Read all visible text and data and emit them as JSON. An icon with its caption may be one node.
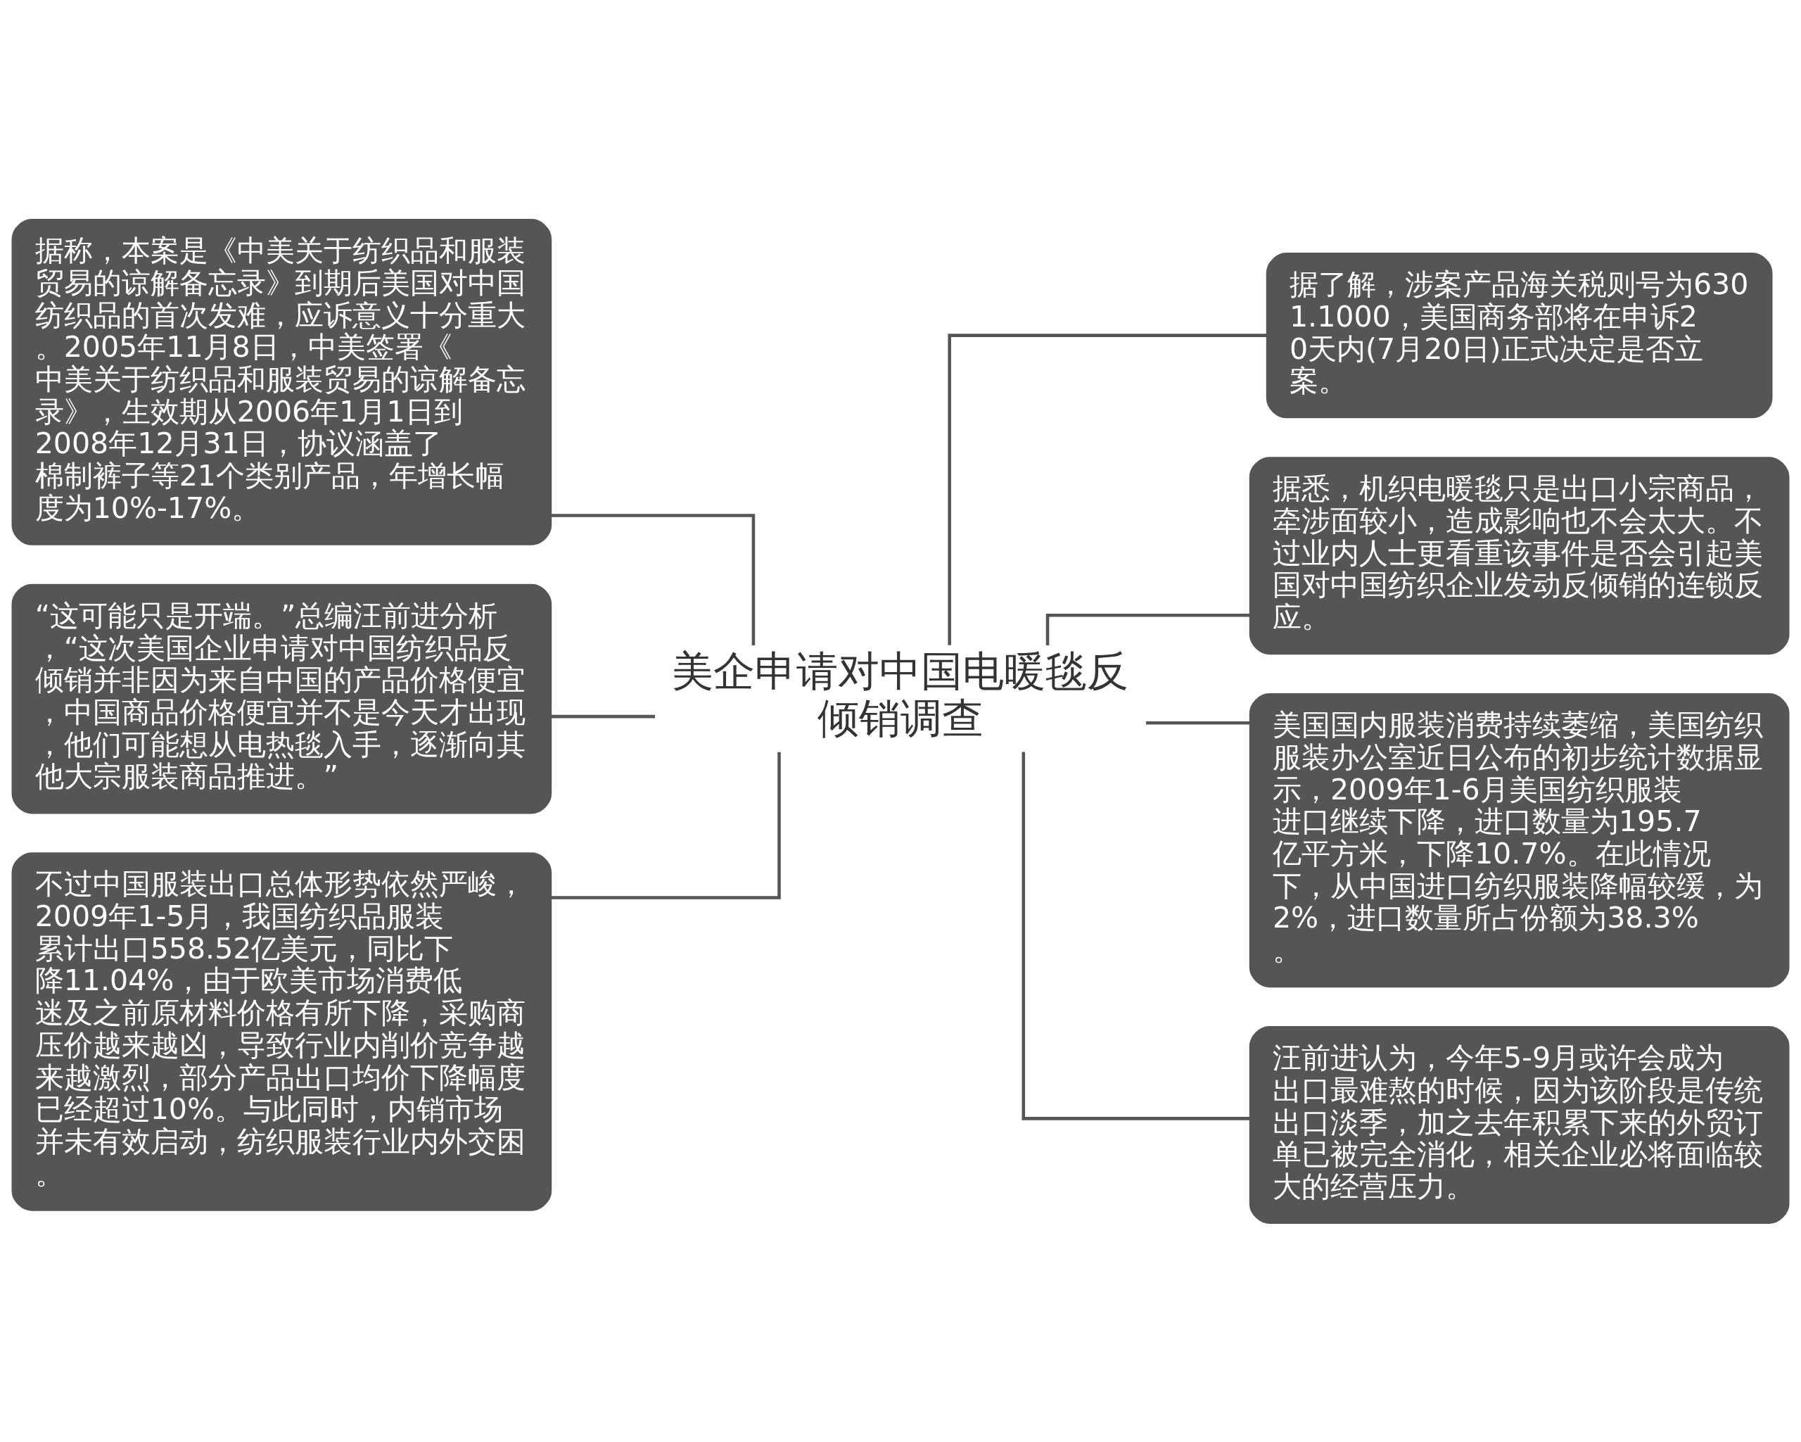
{
  "diagram": {
    "nodes": [
      {
        "text": [
          "美企申请对中国电暖毯反倾销调查"
        ]
      },
      {
        "text": [
          "据称，本案是《中美关于纺织品和服装贸易的谅解备忘录》到期后美国对中国纺织品的首次发难，应诉意义十分重大。2005年11月8日，中美签署《中美关于纺织品和服装贸易的谅解备忘录》，生效期从2006年1月1日到2008年12月31日，协议涵盖了棉制裤子等21个类别产品，年增长幅度为10%-17%。"
        ]
      },
      {
        "text": [
          "“这可能只是开端。”总编汪前进分析，“这次美国企业申请对中国纺织品反倾销并非因为来自中国的产品价格便宜，中国商品价格便宜并不是今天才出现，他们可能想从电热毯入手，逐渐向其他大宗服装商品推进。”"
        ]
      },
      {
        "text": [
          "不过中国服装出口总体形势依然严峻，2009年1-5月，我国纺织品服装累计出口558.52亿美元，同比下降11.04%，由于欧美市场消费低迷及之前原材料价格有所下降，采购商压价越来越凶，导致行业内削价竞争越来越激烈，部分产品出口均价下降幅度已经超过10%。与此同时，内销市场并未有效启动，纺织服装行业内外交困。"
        ]
      },
      {
        "text": [
          "据了解，涉案产品海关税则号为6301.1000，美国商务部将在申诉20天内(7月20日)正式决定是否立案。"
        ]
      },
      {
        "text": [
          "据悉，机织电暖毯只是出口小宗商品，牵涉面较小，造成影响也不会太大。不过业内人士更看重该事件是否会引起美国对中国纺织企业发动反倾销的连锁反应。"
        ]
      },
      {
        "text": [
          "美国国内服装消费持续萎缩，美国纺织服装办公室近日公布的初步统计数据显示，2009年1-6月美国纺织服装进口继续下降，进口数量为195.7亿平方米，下降10.7%。在此情况下，从中国进口纺织服装降幅较缓，为2%，进口数量所占份额为38.3%。"
        ]
      },
      {
        "text": [
          "汪前进认为，今年5-9月或许会成为出口最难熬的时候，因为该阶段是传统出口淡季，加之去年积累下来的外贸订单已被完全消化，相关企业必将面临较大的经营压力。"
        ]
      }
    ],
    "edges": [
      {
        "from": 0,
        "to": 1,
        "arrow": "none"
      },
      {
        "from": 0,
        "to": 2,
        "arrow": "none"
      },
      {
        "from": 0,
        "to": 3,
        "arrow": "none"
      },
      {
        "from": 0,
        "to": 4,
        "arrow": "none"
      },
      {
        "from": 0,
        "to": 5,
        "arrow": "none"
      },
      {
        "from": 0,
        "to": 6,
        "arrow": "none"
      },
      {
        "from": 0,
        "to": 7,
        "arrow": "none"
      }
    ]
  }
}
